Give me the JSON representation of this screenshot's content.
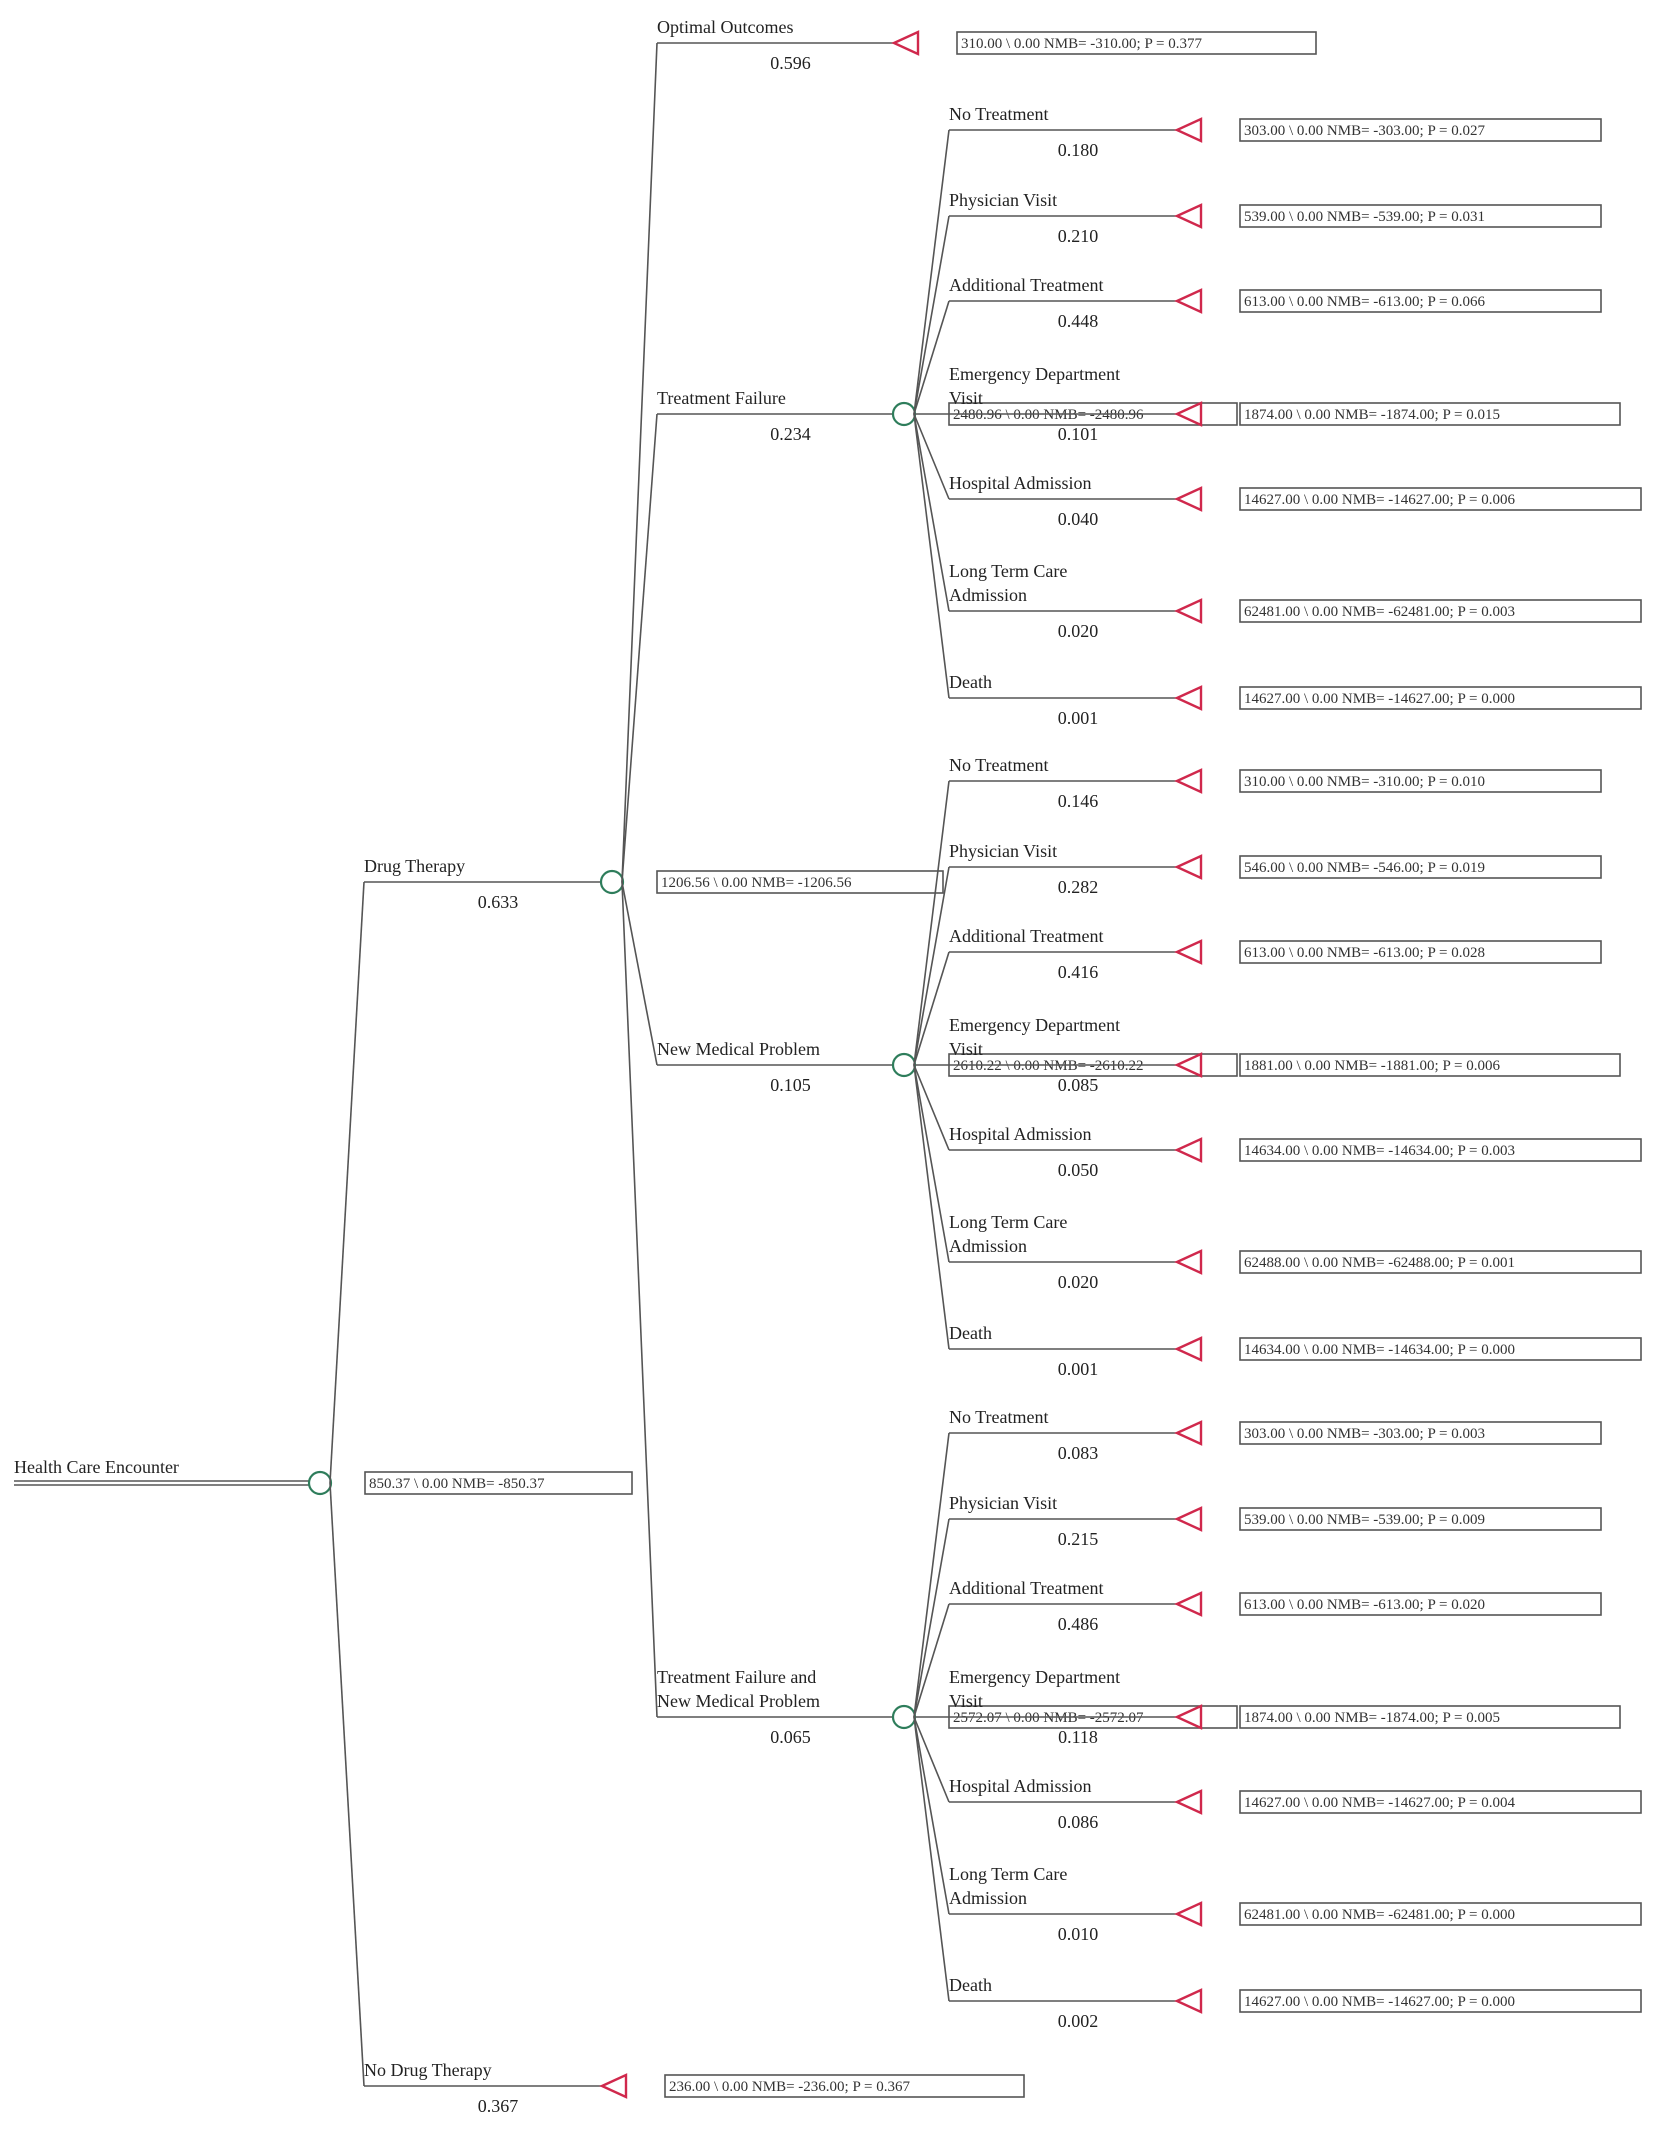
{
  "colors": {
    "chance_node": "#2e7d5b",
    "terminal_node": "#d0284c",
    "line": "#555555"
  },
  "tree": {
    "label": [
      "Health Care Encounter"
    ],
    "type": "chance",
    "box": "850.37 \\ 0.00   NMB= -850.37",
    "children": [
      {
        "label": [
          "Drug Therapy"
        ],
        "prob": "0.633",
        "type": "chance",
        "box": "1206.56 \\ 0.00   NMB= -1206.56",
        "children": [
          {
            "label": [
              "Optimal Outcomes"
            ],
            "prob": "0.596",
            "type": "terminal",
            "box": "310.00 \\ 0.00   NMB= -310.00; P = 0.377"
          },
          {
            "label": [
              "Treatment Failure"
            ],
            "prob": "0.234",
            "type": "chance",
            "box": "2480.96 \\ 0.00   NMB= -2480.96",
            "children": [
              {
                "label": [
                  "No Treatment"
                ],
                "prob": "0.180",
                "type": "terminal",
                "box": "303.00 \\ 0.00   NMB= -303.00; P = 0.027"
              },
              {
                "label": [
                  "Physician Visit"
                ],
                "prob": "0.210",
                "type": "terminal",
                "box": "539.00 \\ 0.00   NMB= -539.00; P = 0.031"
              },
              {
                "label": [
                  "Additional Treatment"
                ],
                "prob": "0.448",
                "type": "terminal",
                "box": "613.00 \\ 0.00   NMB= -613.00; P = 0.066"
              },
              {
                "label": [
                  "Emergency Department",
                  "Visit"
                ],
                "prob": "0.101",
                "type": "terminal",
                "box": "1874.00 \\ 0.00   NMB= -1874.00; P = 0.015"
              },
              {
                "label": [
                  "Hospital Admission"
                ],
                "prob": "0.040",
                "type": "terminal",
                "box": "14627.00 \\ 0.00   NMB= -14627.00; P = 0.006"
              },
              {
                "label": [
                  "Long Term Care",
                  "Admission"
                ],
                "prob": "0.020",
                "type": "terminal",
                "box": "62481.00 \\ 0.00   NMB= -62481.00; P = 0.003"
              },
              {
                "label": [
                  "Death"
                ],
                "prob": "0.001",
                "type": "terminal",
                "box": "14627.00 \\ 0.00   NMB= -14627.00; P = 0.000"
              }
            ]
          },
          {
            "label": [
              "New Medical Problem"
            ],
            "prob": "0.105",
            "type": "chance",
            "box": "2610.22 \\ 0.00   NMB= -2610.22",
            "children": [
              {
                "label": [
                  "No Treatment"
                ],
                "prob": "0.146",
                "type": "terminal",
                "box": "310.00 \\ 0.00   NMB= -310.00; P = 0.010"
              },
              {
                "label": [
                  "Physician Visit"
                ],
                "prob": "0.282",
                "type": "terminal",
                "box": "546.00 \\ 0.00   NMB= -546.00; P = 0.019"
              },
              {
                "label": [
                  "Additional Treatment"
                ],
                "prob": "0.416",
                "type": "terminal",
                "box": "613.00 \\ 0.00   NMB= -613.00; P = 0.028"
              },
              {
                "label": [
                  "Emergency Department",
                  "Visit"
                ],
                "prob": "0.085",
                "type": "terminal",
                "box": "1881.00 \\ 0.00   NMB= -1881.00; P = 0.006"
              },
              {
                "label": [
                  "Hospital Admission"
                ],
                "prob": "0.050",
                "type": "terminal",
                "box": "14634.00 \\ 0.00   NMB= -14634.00; P = 0.003"
              },
              {
                "label": [
                  "Long Term Care",
                  "Admission"
                ],
                "prob": "0.020",
                "type": "terminal",
                "box": "62488.00 \\ 0.00   NMB= -62488.00; P = 0.001"
              },
              {
                "label": [
                  "Death"
                ],
                "prob": "0.001",
                "type": "terminal",
                "box": "14634.00 \\ 0.00   NMB= -14634.00; P = 0.000"
              }
            ]
          },
          {
            "label": [
              "Treatment Failure and",
              "New Medical Problem"
            ],
            "prob": "0.065",
            "type": "chance",
            "box": "2572.07 \\ 0.00   NMB= -2572.07",
            "children": [
              {
                "label": [
                  "No Treatment"
                ],
                "prob": "0.083",
                "type": "terminal",
                "box": "303.00 \\ 0.00   NMB= -303.00; P = 0.003"
              },
              {
                "label": [
                  "Physician Visit"
                ],
                "prob": "0.215",
                "type": "terminal",
                "box": "539.00 \\ 0.00   NMB= -539.00; P = 0.009"
              },
              {
                "label": [
                  "Additional Treatment"
                ],
                "prob": "0.486",
                "type": "terminal",
                "box": "613.00 \\ 0.00   NMB= -613.00; P = 0.020"
              },
              {
                "label": [
                  "Emergency Department",
                  "Visit"
                ],
                "prob": "0.118",
                "type": "terminal",
                "box": "1874.00 \\ 0.00   NMB= -1874.00; P = 0.005"
              },
              {
                "label": [
                  "Hospital Admission"
                ],
                "prob": "0.086",
                "type": "terminal",
                "box": "14627.00 \\ 0.00   NMB= -14627.00; P = 0.004"
              },
              {
                "label": [
                  "Long Term Care",
                  "Admission"
                ],
                "prob": "0.010",
                "type": "terminal",
                "box": "62481.00 \\ 0.00   NMB= -62481.00; P = 0.000"
              },
              {
                "label": [
                  "Death"
                ],
                "prob": "0.002",
                "type": "terminal",
                "box": "14627.00 \\ 0.00   NMB= -14627.00; P = 0.000"
              }
            ]
          }
        ]
      },
      {
        "label": [
          "No Drug Therapy"
        ],
        "prob": "0.367",
        "type": "terminal",
        "box": "236.00 \\ 0.00   NMB= -236.00; P = 0.367"
      }
    ]
  }
}
